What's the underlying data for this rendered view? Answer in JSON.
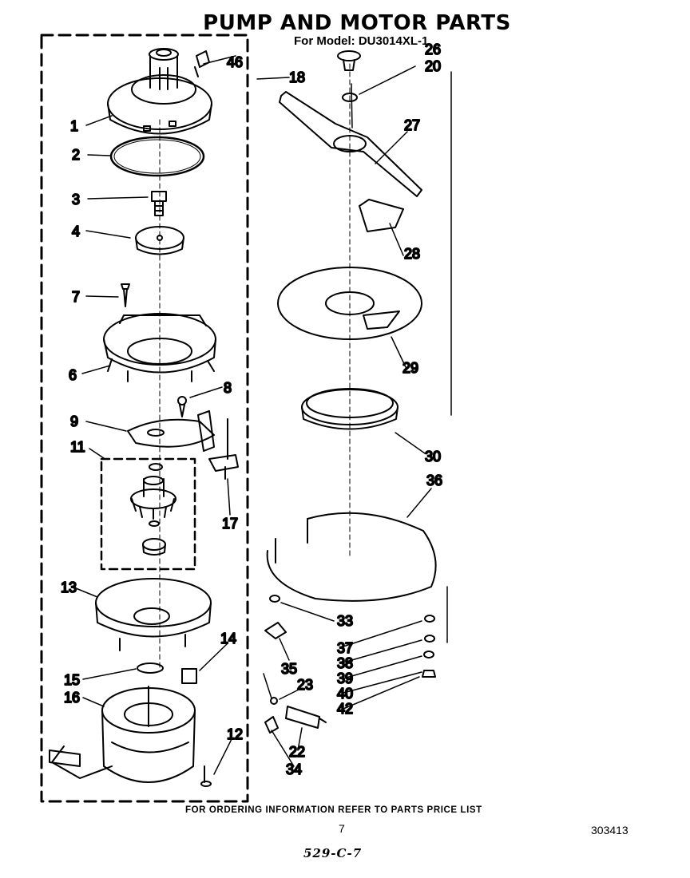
{
  "header": {
    "title": "PUMP AND MOTOR PARTS",
    "subtitle": "For Model: DU3014XL-1"
  },
  "footer": {
    "ordering_note": "FOR ORDERING INFORMATION REFER TO PARTS PRICE LIST",
    "page_number": "7",
    "document_number": "303413",
    "handwritten_note": "529-C-7"
  },
  "callouts": {
    "c1": "1",
    "c2": "2",
    "c3": "3",
    "c4": "4",
    "c6": "6",
    "c7": "7",
    "c8": "8",
    "c9": "9",
    "c11": "11",
    "c12": "12",
    "c13": "13",
    "c14": "14",
    "c15": "15",
    "c16": "16",
    "c17": "17",
    "c18": "18",
    "c20": "20",
    "c22": "22",
    "c23": "23",
    "c26": "26",
    "c27": "27",
    "c28": "28",
    "c29": "29",
    "c30": "30",
    "c33": "33",
    "c34": "34",
    "c35": "35",
    "c36": "36",
    "c37": "37",
    "c38": "38",
    "c39": "39",
    "c40": "40",
    "c42": "42",
    "c46": "46"
  }
}
